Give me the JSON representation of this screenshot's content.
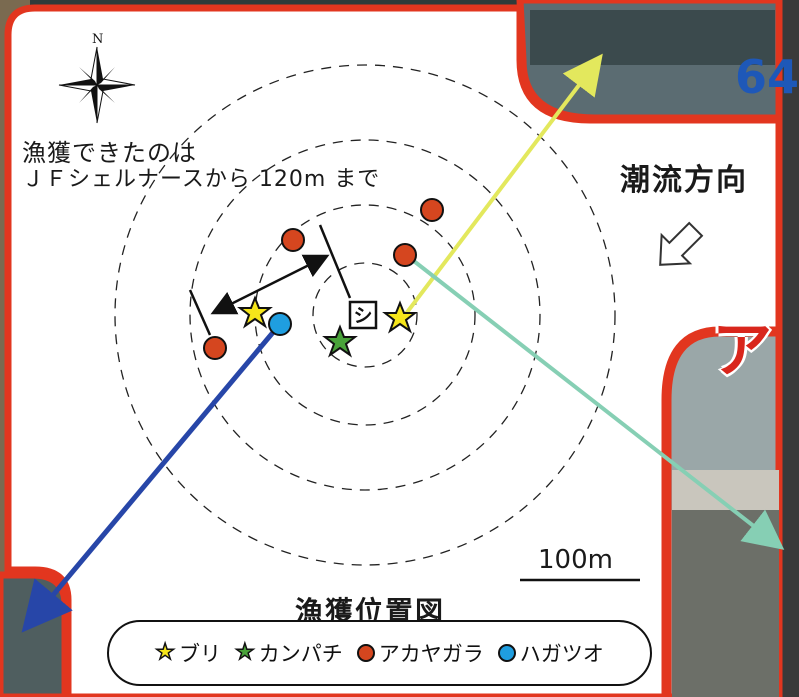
{
  "compass": {
    "north": "N"
  },
  "note": {
    "line1": "漁獲できたのは",
    "line2": "ＪＦシェルナースから 120m まで"
  },
  "tide": {
    "label": "潮流方向"
  },
  "scale": {
    "label": "100m"
  },
  "map_title": "漁獲位置図",
  "marker_label": "シ",
  "badge_text": "64",
  "photo_heading_char": "ア",
  "legend": {
    "items": [
      {
        "label": "ブリ",
        "symbol": "star",
        "color": "#f6e61a"
      },
      {
        "label": "カンパチ",
        "symbol": "star",
        "color": "#49a33a"
      },
      {
        "label": "アカヤガラ",
        "symbol": "circle",
        "color": "#d5461f"
      },
      {
        "label": "ハガツオ",
        "symbol": "circle",
        "color": "#1f9ee0"
      }
    ]
  },
  "colors": {
    "frame": "#e2361f",
    "yellow_arrow": "#e3e85d",
    "teal_arrow": "#86cfb4",
    "blue_arrow": "#2746a8"
  }
}
